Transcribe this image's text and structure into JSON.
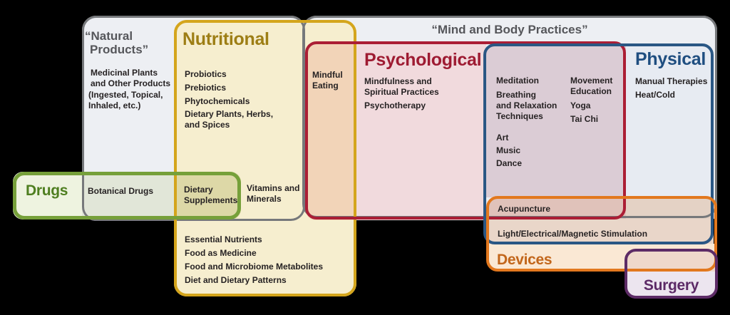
{
  "diagram": {
    "description": "Venn-style diagram of complementary health approach categories",
    "colors": {
      "background": "#000000",
      "gray_border": "#76787b",
      "gray_fill": "#edeff3",
      "yellow_border": "#d4a51c",
      "yellow_fill": "#f6eecf",
      "red_border": "#ab1e35",
      "red_fill": "#f1dadd",
      "blue_border": "#2a5784",
      "blue_fill": "#e7ebf2",
      "green_border": "#76a03a",
      "green_fill": "#eef3e0",
      "orange_border": "#e2781e",
      "orange_fill": "#fae8d4",
      "purple_border": "#5d2b66",
      "purple_fill": "#ece5ef",
      "mauve_overlap": "#dbccd5",
      "peach_overlap": "#f2d4b8"
    }
  },
  "natural_products": {
    "title": "“Natural\nProducts”",
    "medicinal": "Medicinal Plants\nand Other Products",
    "ingested": "(Ingested, Topical,\nInhaled, etc.)",
    "botanical_drugs": "Botanical Drugs"
  },
  "mind_body": {
    "title": "“Mind and Body Practices”"
  },
  "nutritional": {
    "title": "Nutritional",
    "probiotics": "Probiotics",
    "prebiotics": "Prebiotics",
    "phytochemicals": "Phytochemicals",
    "dietary_plants": "Dietary Plants, Herbs,\nand Spices",
    "dietary_supplements": "Dietary\nSupplements",
    "vitamins": "Vitamins and\nMinerals",
    "essential_nutrients": "Essential Nutrients",
    "food_as_medicine": "Food as Medicine",
    "food_microbiome": "Food and Microbiome Metabolites",
    "diet_patterns": "Diet and Dietary Patterns",
    "mindful_eating": "Mindful\nEating"
  },
  "psychological": {
    "title": "Psychological",
    "mindfulness": "Mindfulness and\nSpiritual Practices",
    "psychotherapy": "Psychotherapy",
    "meditation": "Meditation",
    "breathing": "Breathing\nand Relaxation\nTechniques",
    "art": "Art",
    "music": "Music",
    "dance": "Dance",
    "movement_education": "Movement\nEducation",
    "yoga": "Yoga",
    "tai_chi": "Tai Chi"
  },
  "physical": {
    "title": "Physical",
    "manual_therapies": "Manual Therapies",
    "heat_cold": "Heat/Cold"
  },
  "drugs": {
    "title": "Drugs"
  },
  "devices": {
    "title": "Devices",
    "acupuncture": "Acupuncture",
    "light_stimulation": "Light/Electrical/Magnetic Stimulation"
  },
  "surgery": {
    "title": "Surgery"
  }
}
